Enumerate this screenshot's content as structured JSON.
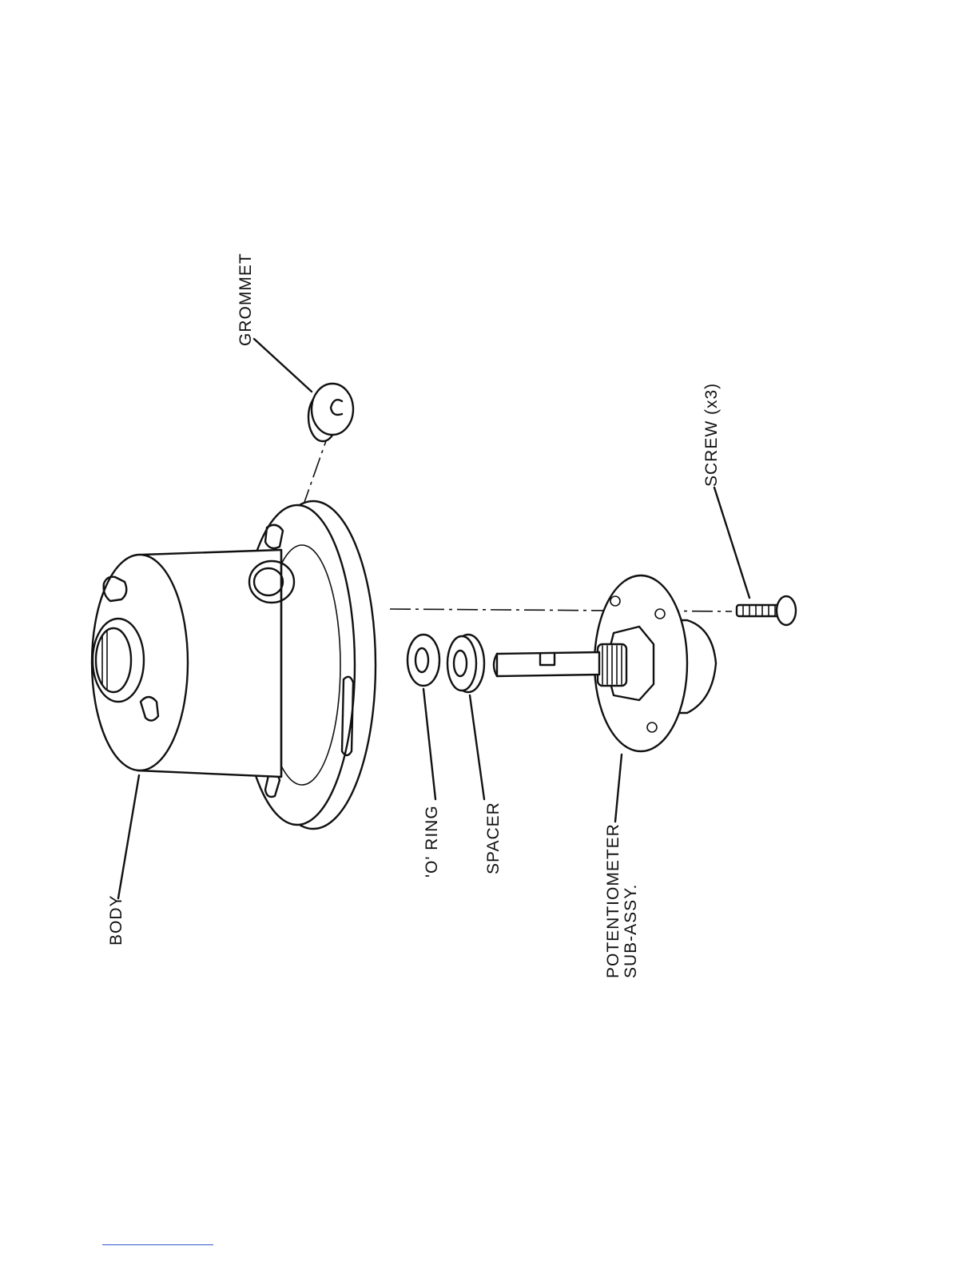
{
  "diagram": {
    "labels": {
      "grommet": "GROMMET",
      "screw": "SCREW (x3)",
      "body": "BODY",
      "o_ring": "'O' RING",
      "spacer": "SPACER",
      "pot_line1": "POTENTIOMETER",
      "pot_line2": "SUB-ASSY."
    }
  },
  "colors": {
    "ink": "#111111",
    "paper": "#ffffff",
    "footer_rule": "#3355cc"
  }
}
